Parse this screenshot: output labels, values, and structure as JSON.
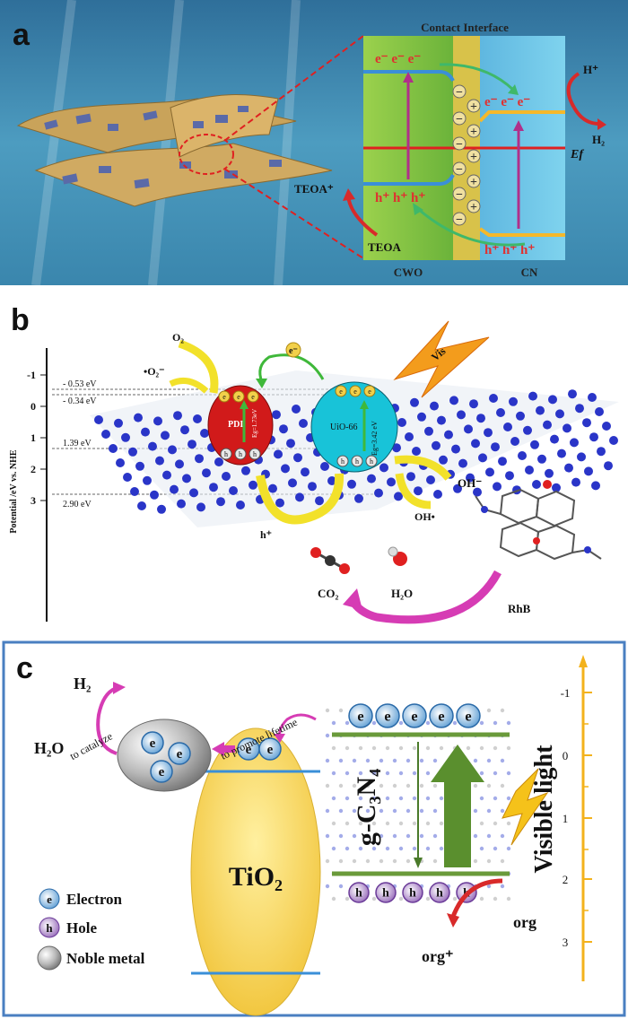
{
  "panel_a": {
    "label": "a",
    "interface_title": "Contact Interface",
    "cb_left": "e⁻  e⁻  e⁻",
    "cb_right": "e⁻  e⁻  e⁻",
    "vb_left": "h⁺ h⁺ h⁺",
    "vb_right": "h⁺ h⁺ h⁺",
    "h_plus": "H⁺",
    "h2": "H₂",
    "fermi": "Ef",
    "teoa_plus": "TEOA⁺",
    "teoa": "TEOA",
    "cwo": "CWO",
    "cn": "CN",
    "minus_signs": [
      "−",
      "−",
      "−",
      "−",
      "−",
      "−"
    ],
    "plus_signs": [
      "+",
      "+",
      "+",
      "+",
      "+"
    ]
  },
  "panel_b": {
    "label": "b",
    "y_axis_label": "Potential /eV vs. NHE",
    "ticks": [
      "-1",
      "0",
      "1",
      "2",
      "3"
    ],
    "levels": [
      "- 0.53 eV",
      "- 0.34 eV",
      "1.39 eV",
      "2.90 eV"
    ],
    "o2": "O₂",
    "o2_radical": "•O₂⁻",
    "electron": "e⁻",
    "pdi": "PDI",
    "pdi_gap": "Eg=1.73eV",
    "uio": "UiO-66",
    "uio_gap": "Eg=3.42 eV",
    "vis": "Vis",
    "oh_minus": "OH⁻",
    "oh_radical": "OH•",
    "h_plus": "h⁺",
    "co2": "CO₂",
    "h2o": "H₂O",
    "rhb": "RhB",
    "e_marks": [
      "e",
      "e",
      "e"
    ],
    "h_marks": [
      "h",
      "h",
      "h"
    ]
  },
  "panel_c": {
    "label": "c",
    "h2": "H₂",
    "h2o": "H₂O",
    "to_catalyze": "to catalyze",
    "to_promote": "to promote lifetime",
    "tio2": "TiO₂",
    "gcn": "g-C₃N₄",
    "visible_light": "Visible light",
    "org": "org",
    "org_plus": "org⁺",
    "legend": [
      "Electron",
      "Hole",
      "Noble metal"
    ],
    "e_symbol": "e",
    "h_symbol": "h",
    "axis_ticks": [
      "-1",
      "0",
      "1",
      "2",
      "3"
    ]
  },
  "colors": {
    "frame_blue": "#4a7fc1",
    "cwo_green": "#8cc63f",
    "cn_blue": "#6fc8e6",
    "interface_yellow": "#d8c24a",
    "pdi_red": "#d11a1a",
    "uio_cyan": "#18c3d8",
    "tio2_yellow": "#f7d55a",
    "arrow_green": "#5a8f2e",
    "magenta": "#d63cb4",
    "axis_orange": "#f3b21c"
  }
}
